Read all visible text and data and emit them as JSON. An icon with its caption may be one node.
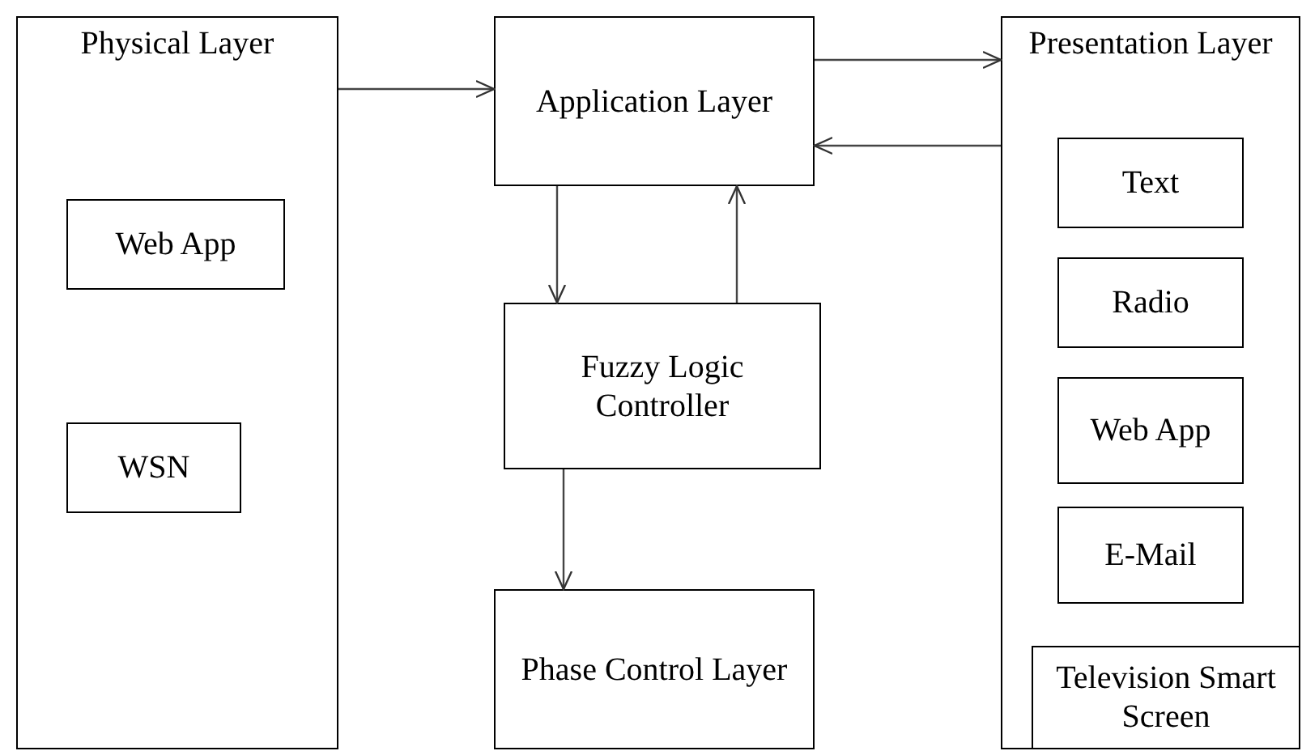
{
  "diagram": {
    "nodes": [
      {
        "text": [
          "Physical Layer"
        ]
      },
      {
        "text": [
          "Web App"
        ],
        "in": 0
      },
      {
        "text": [
          "WSN"
        ],
        "in": 0
      },
      {
        "text": [
          "Application Layer"
        ]
      },
      {
        "text": [
          "Fuzzy Logic Controller"
        ]
      },
      {
        "text": [
          "Phase Control Layer"
        ]
      },
      {
        "text": [
          "Presentation Layer"
        ]
      },
      {
        "text": [
          "Text"
        ],
        "in": 6
      },
      {
        "text": [
          "Radio"
        ],
        "in": 6
      },
      {
        "text": [
          "Web App"
        ],
        "in": 6
      },
      {
        "text": [
          "E-Mail"
        ],
        "in": 6
      },
      {
        "text": [
          "Television Smart Screen"
        ],
        "in": 6
      }
    ],
    "edges": [
      {
        "from": 0,
        "to": 3,
        "arrow": "to"
      },
      {
        "from": 3,
        "to": 6,
        "arrow": "to"
      },
      {
        "from": 6,
        "to": 3,
        "arrow": "to"
      },
      {
        "from": 3,
        "to": 4,
        "arrow": "to"
      },
      {
        "from": 4,
        "to": 3,
        "arrow": "to"
      },
      {
        "from": 4,
        "to": 5,
        "arrow": "to"
      }
    ]
  }
}
